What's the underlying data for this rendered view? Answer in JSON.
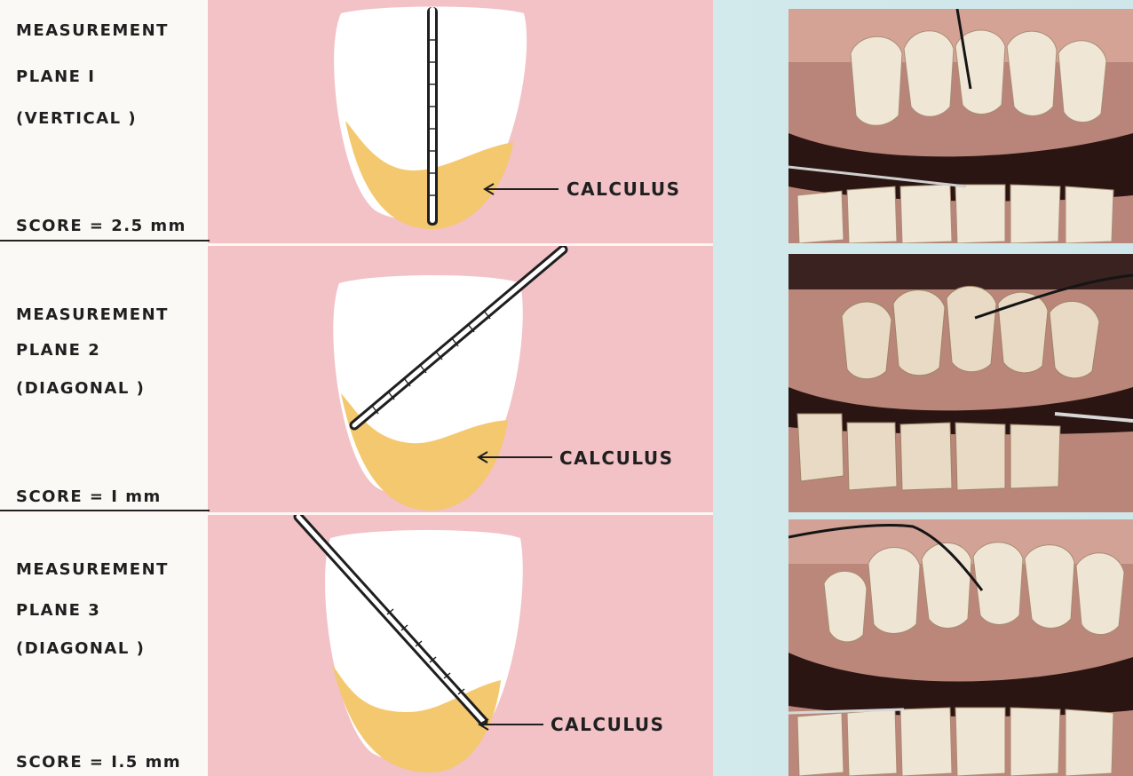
{
  "panels": [
    {
      "title_lines": [
        "MEASUREMENT",
        "PLANE I",
        "(VERTICAL )"
      ],
      "score": "SCORE = 2.5 mm",
      "annotation": "CALCULUS"
    },
    {
      "title_lines": [
        "MEASUREMENT",
        "PLANE 2",
        "(DIAGONAL )"
      ],
      "score": "SCORE = I mm",
      "annotation": "CALCULUS"
    },
    {
      "title_lines": [
        "MEASUREMENT",
        "PLANE 3",
        "(DIAGONAL )"
      ],
      "score": "SCORE = I.5 mm",
      "annotation": "CALCULUS"
    }
  ],
  "colors": {
    "background": "#d4ebee",
    "panel_pink": "#f2c2c7",
    "label_bg": "#fbf9f6",
    "tooth_white": "#ffffff",
    "calculus_yellow": "#f4c86e",
    "probe_black": "#1f1f1f"
  }
}
